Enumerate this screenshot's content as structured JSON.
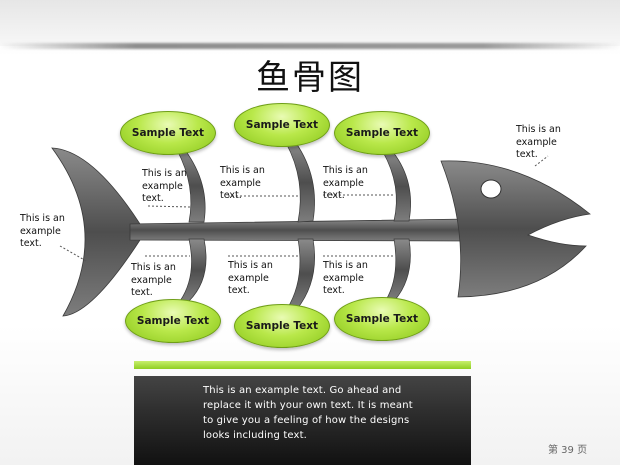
{
  "title": "鱼骨图",
  "nodes": {
    "top_left": "Sample Text",
    "top_center": "Sample Text",
    "top_right": "Sample Text",
    "bottom_left": "Sample Text",
    "bottom_center": "Sample Text",
    "bottom_right": "Sample Text"
  },
  "labels": {
    "tail": "This is an example text.",
    "head": "This is an example text.",
    "upper_left": "This is an example text.",
    "upper_center": "This is an example text.",
    "upper_right": "This is an example text.",
    "lower_left": "This is an example text.",
    "lower_center": "This is an example text.",
    "lower_right": "This is an example text."
  },
  "panel_text": "This is an example text. Go ahead and replace it with your own text. It is meant to give you a feeling of how the designs looks including text.",
  "page_number": "第 39 页",
  "colors": {
    "fish": "#555555",
    "node_green": "#b9e84a",
    "panel_dark": "#2e2e2e"
  }
}
